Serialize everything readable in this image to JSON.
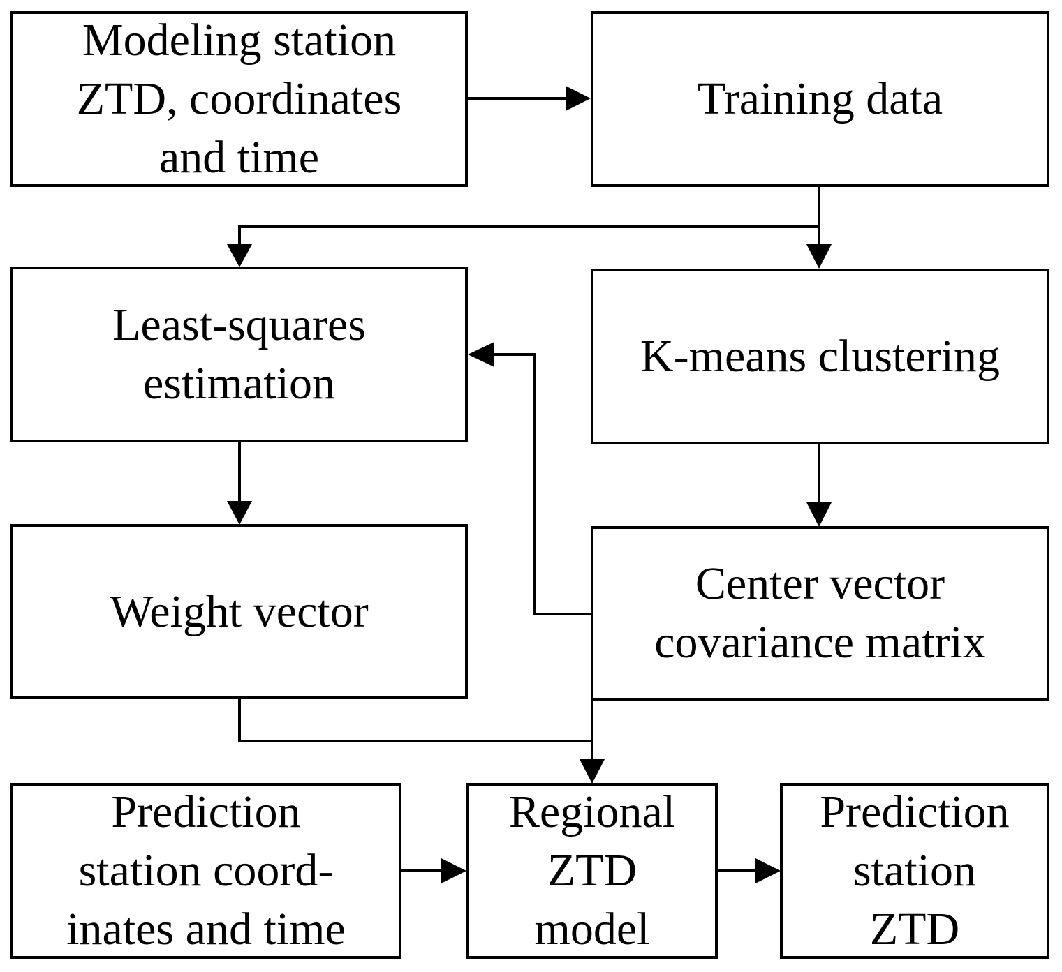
{
  "boxes": {
    "modeling_station": [
      "Modeling station",
      "ZTD, coordinates",
      "and time"
    ],
    "training_data": [
      "Training data"
    ],
    "least_squares": [
      "Least-squares",
      "estimation"
    ],
    "kmeans": [
      "K-means clustering"
    ],
    "weight_vector": [
      "Weight vector"
    ],
    "center_vector": [
      "Center vector",
      "covariance matrix"
    ],
    "prediction_input": [
      "Prediction",
      "station coord-",
      "inates and time"
    ],
    "regional_model": [
      "Regional",
      "ZTD",
      "model"
    ],
    "prediction_output": [
      "Prediction",
      "station",
      "ZTD"
    ]
  },
  "colors": {
    "stroke": "#000000",
    "background": "#ffffff"
  }
}
